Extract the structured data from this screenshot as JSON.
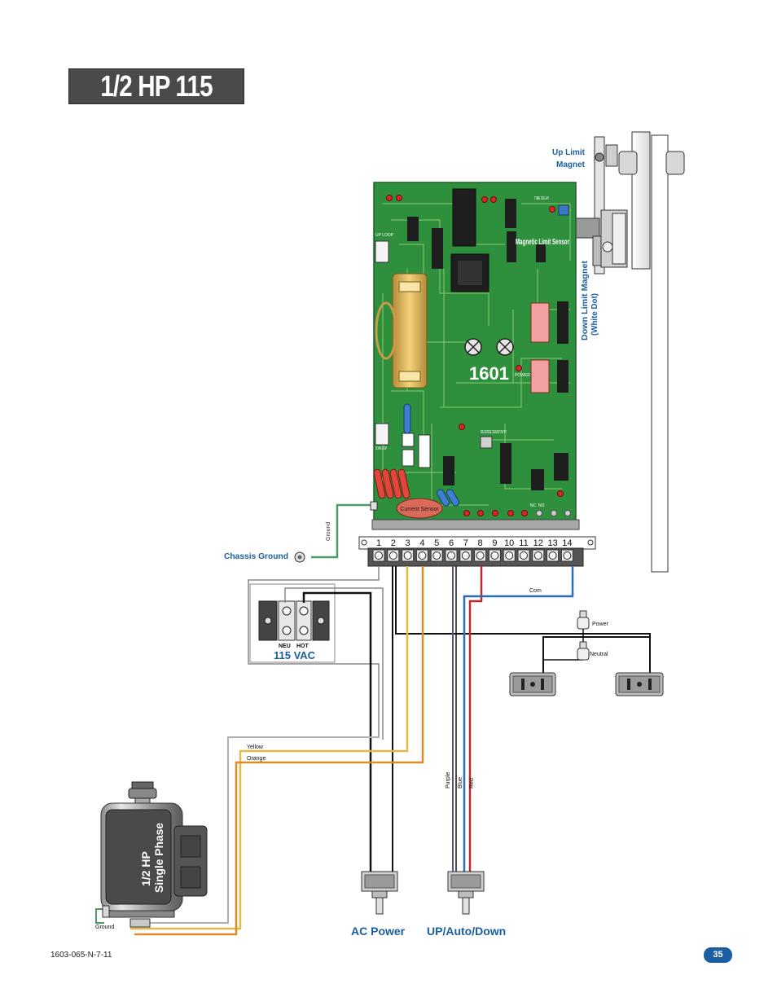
{
  "title": "1/2 HP 115 VAC",
  "board": {
    "model": "1601",
    "magnetic_limit_sensor": "Magnetic Limit Sensor",
    "current_sensor": "Current Sensor",
    "time_delay": "TIME DELAY",
    "power": "POWER",
    "reverse_sensitivity": "REVERSE SENSITIVITY",
    "up_loop": "UP LOOP",
    "down_loop": "DOWN LOOP",
    "nc": "NC",
    "no": "NO"
  },
  "terminals": [
    "1",
    "2",
    "3",
    "4",
    "5",
    "6",
    "7",
    "8",
    "9",
    "10",
    "11",
    "12",
    "13",
    "14"
  ],
  "labels": {
    "up_limit_magnet_1": "Up Limit",
    "up_limit_magnet_2": "Magnet",
    "down_limit_magnet_1": "Down Limit Magnet",
    "down_limit_magnet_2": "(White Dot)",
    "chassis_ground": "Chassis Ground",
    "ground_vertical": "Ground",
    "supply": "115 VAC",
    "neu": "NEU",
    "hot": "HOT",
    "com": "Com",
    "power": "Power",
    "neutral": "Neutral",
    "yellow": "Yellow",
    "orange": "Orange",
    "purple": "Purple",
    "blue": "Blue",
    "red": "Red",
    "ground_motor": "Ground",
    "motor_1": "1/2 HP",
    "motor_2": "Single Phase",
    "ac_power": "AC Power",
    "up_auto_down": "UP/Auto/Down"
  },
  "footer": {
    "doc_number": "1603-065-N-7-11",
    "page_number": "35"
  },
  "colors": {
    "board_green": "#2e8f3c",
    "trace": "#9fd27a",
    "label_blue": "#1a5fa0",
    "wire_yellow": "#e6b84a",
    "wire_orange": "#e08a2a",
    "wire_purple": "#6a4a7a",
    "wire_blue": "#2a6fb5",
    "wire_red": "#c0282d",
    "wire_ground": "#4a9a6a"
  }
}
